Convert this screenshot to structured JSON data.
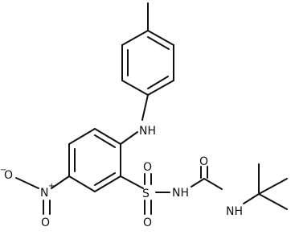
{
  "diagram": {
    "type": "chemical-structure",
    "atom_labels": {
      "nh_aniline": "NH",
      "sulfur": "S",
      "sulfonyl_o_left": "O",
      "sulfonyl_o_right": "O",
      "nh_sulfonyl": "NH",
      "carbonyl_o": "O",
      "nh_tbutyl": "NH",
      "nitro_o_minus": "O",
      "nitro_minus_sign": "−",
      "nitro_n": "N",
      "nitro_plus_sign": "+",
      "nitro_o": "O"
    }
  }
}
